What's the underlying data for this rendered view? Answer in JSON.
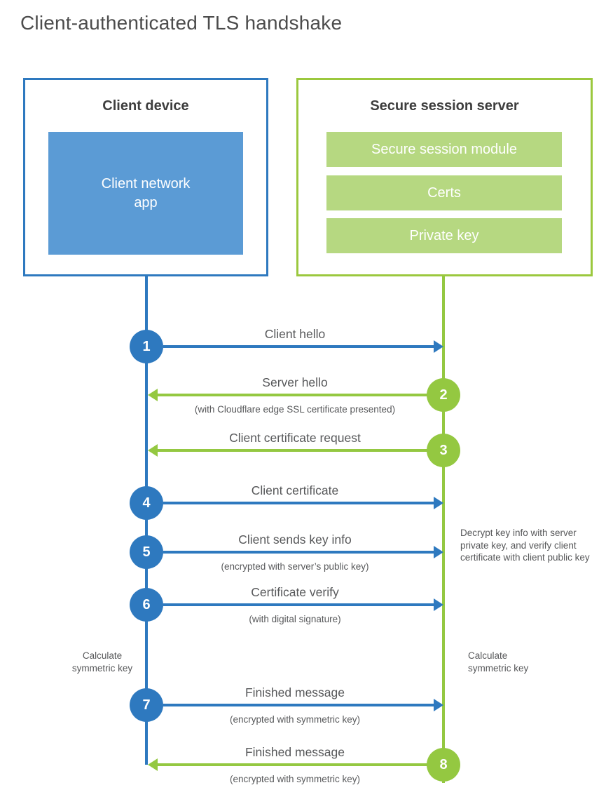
{
  "title": "Client-authenticated TLS handshake",
  "colors": {
    "blue_stroke": "#2e79bf",
    "blue_fill": "#5b9bd5",
    "green_stroke": "#94c841",
    "green_fill": "#b6d881",
    "text_gray": "#57585a"
  },
  "client": {
    "title": "Client device",
    "app_label": "Client network\napp"
  },
  "server": {
    "title": "Secure session server",
    "modules": [
      "Secure session module",
      "Certs",
      "Private key"
    ]
  },
  "steps": [
    {
      "num": "1",
      "direction": "client-to-server",
      "label": "Client hello",
      "sub": ""
    },
    {
      "num": "2",
      "direction": "server-to-client",
      "label": "Server hello",
      "sub": "(with Cloudflare edge SSL certificate presented)"
    },
    {
      "num": "3",
      "direction": "server-to-client",
      "label": "Client certificate request",
      "sub": ""
    },
    {
      "num": "4",
      "direction": "client-to-server",
      "label": "Client certificate",
      "sub": ""
    },
    {
      "num": "5",
      "direction": "client-to-server",
      "label": "Client sends key info",
      "sub": "(encrypted with server’s public key)"
    },
    {
      "num": "6",
      "direction": "client-to-server",
      "label": "Certificate verify",
      "sub": "(with digital signature)"
    },
    {
      "num": "7",
      "direction": "client-to-server",
      "label": "Finished message",
      "sub": "(encrypted with symmetric key)"
    },
    {
      "num": "8",
      "direction": "server-to-client",
      "label": "Finished message",
      "sub": "(encrypted with symmetric key)"
    }
  ],
  "annotations": {
    "decrypt_note": "Decrypt key info with server private key, and verify client certificate with client public key",
    "calc_left": "Calculate\nsymmetric key",
    "calc_right": "Calculate\nsymmetric key"
  }
}
